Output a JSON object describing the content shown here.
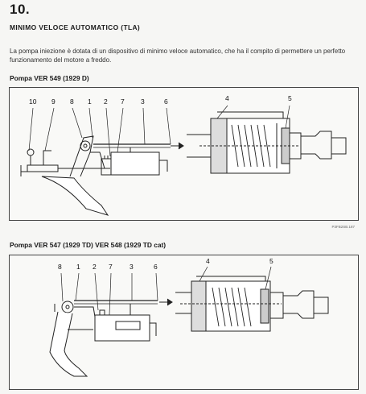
{
  "heading": {
    "section_number": "10.",
    "title": "MINIMO VELOCE AUTOMATICO (TLA)"
  },
  "intro_text": "La pompa iniezione è dotata di un dispositivo di minimo veloce automatico, che ha il compito di permettere un perfetto funzionamento del motore a freddo.",
  "figure1": {
    "title": "Pompa VER 549 (1929 D)",
    "labels": [
      "10",
      "9",
      "8",
      "1",
      "2",
      "7",
      "3",
      "6",
      "4",
      "5"
    ],
    "code": "P3FB2SB.187"
  },
  "figure2": {
    "title": "Pompa VER 547 (1929 TD) VER 548 (1929 TD cat)",
    "labels": [
      "8",
      "1",
      "2",
      "7",
      "3",
      "6",
      "4",
      "5"
    ]
  }
}
